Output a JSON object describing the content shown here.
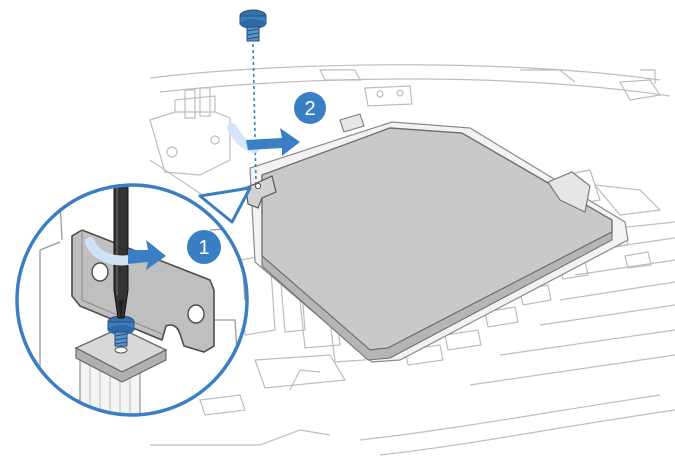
{
  "steps": [
    {
      "number": "1",
      "action": "remove-screw-with-screwdriver"
    },
    {
      "number": "2",
      "action": "slide-drive-bracket"
    }
  ],
  "colors": {
    "accent": "#3a7fc4",
    "accent_light": "#9ac3ea",
    "drive_fill": "#c9c9c9",
    "bracket_fill": "#bfbfbf",
    "line": "#6e6e6e",
    "chassis_line": "#b9b9b9"
  },
  "icons": [
    "screwdriver-icon",
    "screw-icon",
    "arrow-icon",
    "magnifier-callout-icon"
  ]
}
